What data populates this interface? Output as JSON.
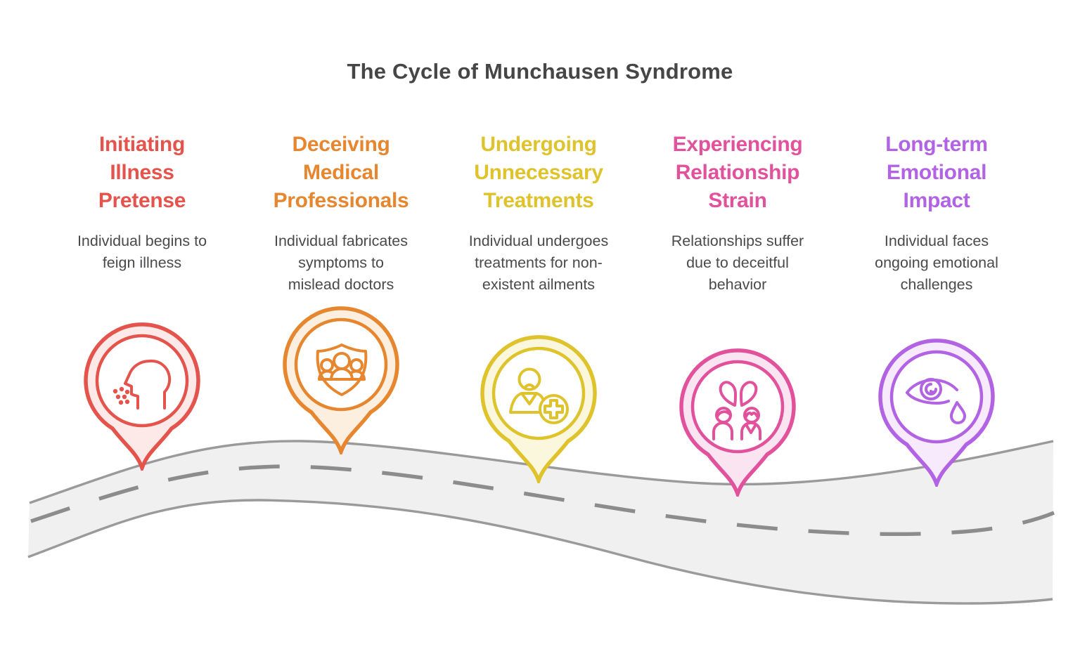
{
  "title": "The Cycle of Munchausen Syndrome",
  "colors": {
    "title_text": "#464646",
    "body_text": "#4a4a4c",
    "road_fill": "#f0f0f0",
    "road_edge": "#9a9a9a",
    "road_dash": "#8c8c8c"
  },
  "stages": [
    {
      "name": "Initiating Illness Pretense",
      "heading": "Initiating\nIllness\nPretense",
      "description": "Individual begins to\nfeign illness",
      "color": "#e4544d",
      "tint": "#fce9e8",
      "icon": "sneezing-head-icon"
    },
    {
      "name": "Deceiving Medical Professionals",
      "heading": "Deceiving\nMedical\nProfessionals",
      "description": "Individual fabricates\nsymptoms to\nmislead doctors",
      "color": "#e6872f",
      "tint": "#fcefdf",
      "icon": "shield-team-icon"
    },
    {
      "name": "Undergoing Unnecessary Treatments",
      "heading": "Undergoing\nUnnecessary\nTreatments",
      "description": "Individual undergoes\ntreatments for non-\nexistent ailments",
      "color": "#dfc32d",
      "tint": "#fbf7dc",
      "icon": "patient-plus-icon"
    },
    {
      "name": "Experiencing Relationship Strain",
      "heading": "Experiencing\nRelationship\nStrain",
      "description": "Relationships suffer\ndue to deceitful\nbehavior",
      "color": "#e1519c",
      "tint": "#fbe4f1",
      "icon": "broken-heart-couple-icon"
    },
    {
      "name": "Long-term Emotional Impact",
      "heading": "Long-term\nEmotional\nImpact",
      "description": "Individual faces\nongoing emotional\nchallenges",
      "color": "#b263e3",
      "tint": "#f6eafc",
      "icon": "crying-eye-icon"
    }
  ]
}
